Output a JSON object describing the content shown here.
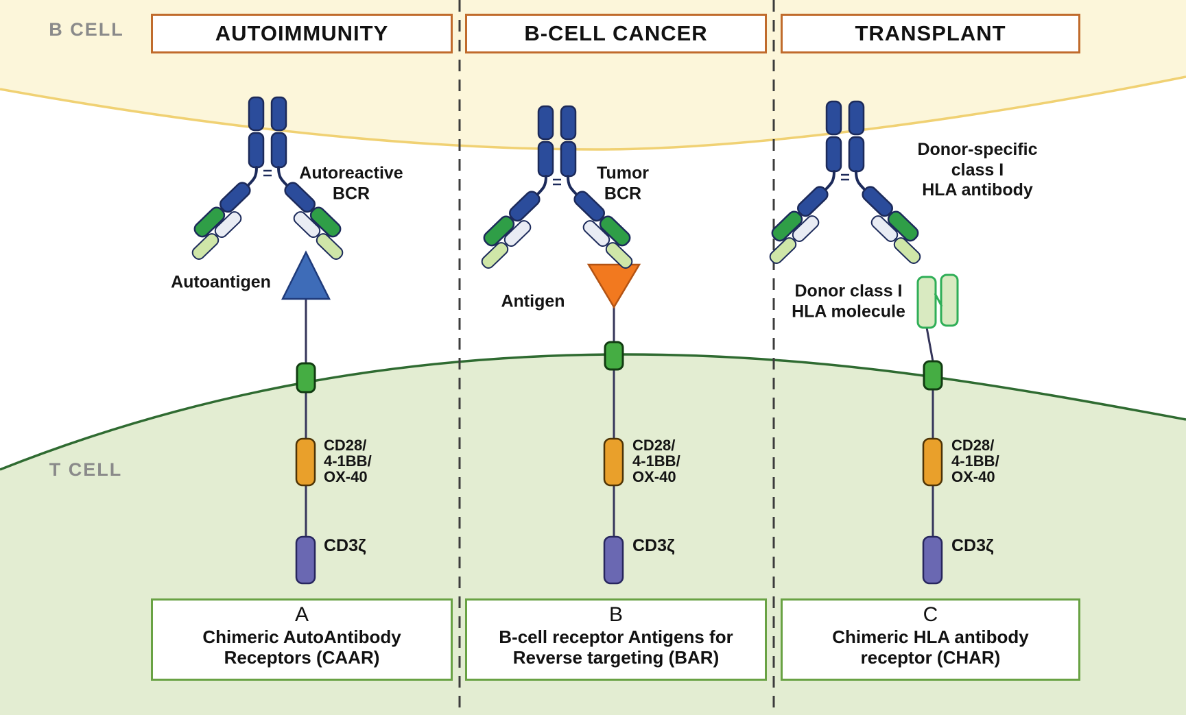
{
  "regions": {
    "b_cell": {
      "label": "B CELL",
      "fill": "#fcf6da",
      "stroke": "#f0d173"
    },
    "t_cell": {
      "label": "T CELL",
      "fill": "#e3edd2",
      "stroke": "#2f6b31"
    },
    "label_color": "#8a8a8a"
  },
  "headers": [
    {
      "label": "AUTOIMMUNITY"
    },
    {
      "label": "B-CELL CANCER"
    },
    {
      "label": "TRANSPLANT"
    }
  ],
  "header_border_color": "#c06b2c",
  "divider_color": "#3c3c3c",
  "antibodies": [
    {
      "label": "Autoreactive\nBCR"
    },
    {
      "label": "Tumor\nBCR"
    },
    {
      "label": "Donor-specific\nclass I\nHLA antibody"
    }
  ],
  "antibody_colors": {
    "blue": "#2b4c9b",
    "green": "#2f9e47",
    "light_green": "#cfe6a8",
    "light_blue": "#e9ecf4",
    "outline": "#1c2a5a"
  },
  "antigens": [
    {
      "label": "Autoantigen",
      "type": "triangle-up",
      "color": "#3e6cb8"
    },
    {
      "label": "Antigen",
      "type": "triangle-down",
      "color": "#f2791f"
    },
    {
      "label": "Donor class I\nHLA molecule",
      "type": "hla-domains",
      "color": "#d9eac1",
      "border": "#2fae57"
    }
  ],
  "receptor": {
    "tm_color": "#45ad43",
    "tm_border": "#123c12",
    "costim_label": "CD28/\n4-1BB/\nOX-40",
    "costim_color": "#e9a02b",
    "costim_border": "#4d3305",
    "cd3zeta_label": "CD3ζ",
    "cd3zeta_color": "#6a68b2",
    "cd3zeta_border": "#27265e",
    "stem_color": "#35355a"
  },
  "captions": [
    {
      "letter": "A",
      "title": "Chimeric AutoAntibody\nReceptors (CAAR)"
    },
    {
      "letter": "B",
      "title": "B-cell receptor Antigens for\nReverse targeting (BAR)"
    },
    {
      "letter": "C",
      "title": "Chimeric HLA antibody\nreceptor (CHAR)"
    }
  ],
  "caption_border_color": "#69a244"
}
